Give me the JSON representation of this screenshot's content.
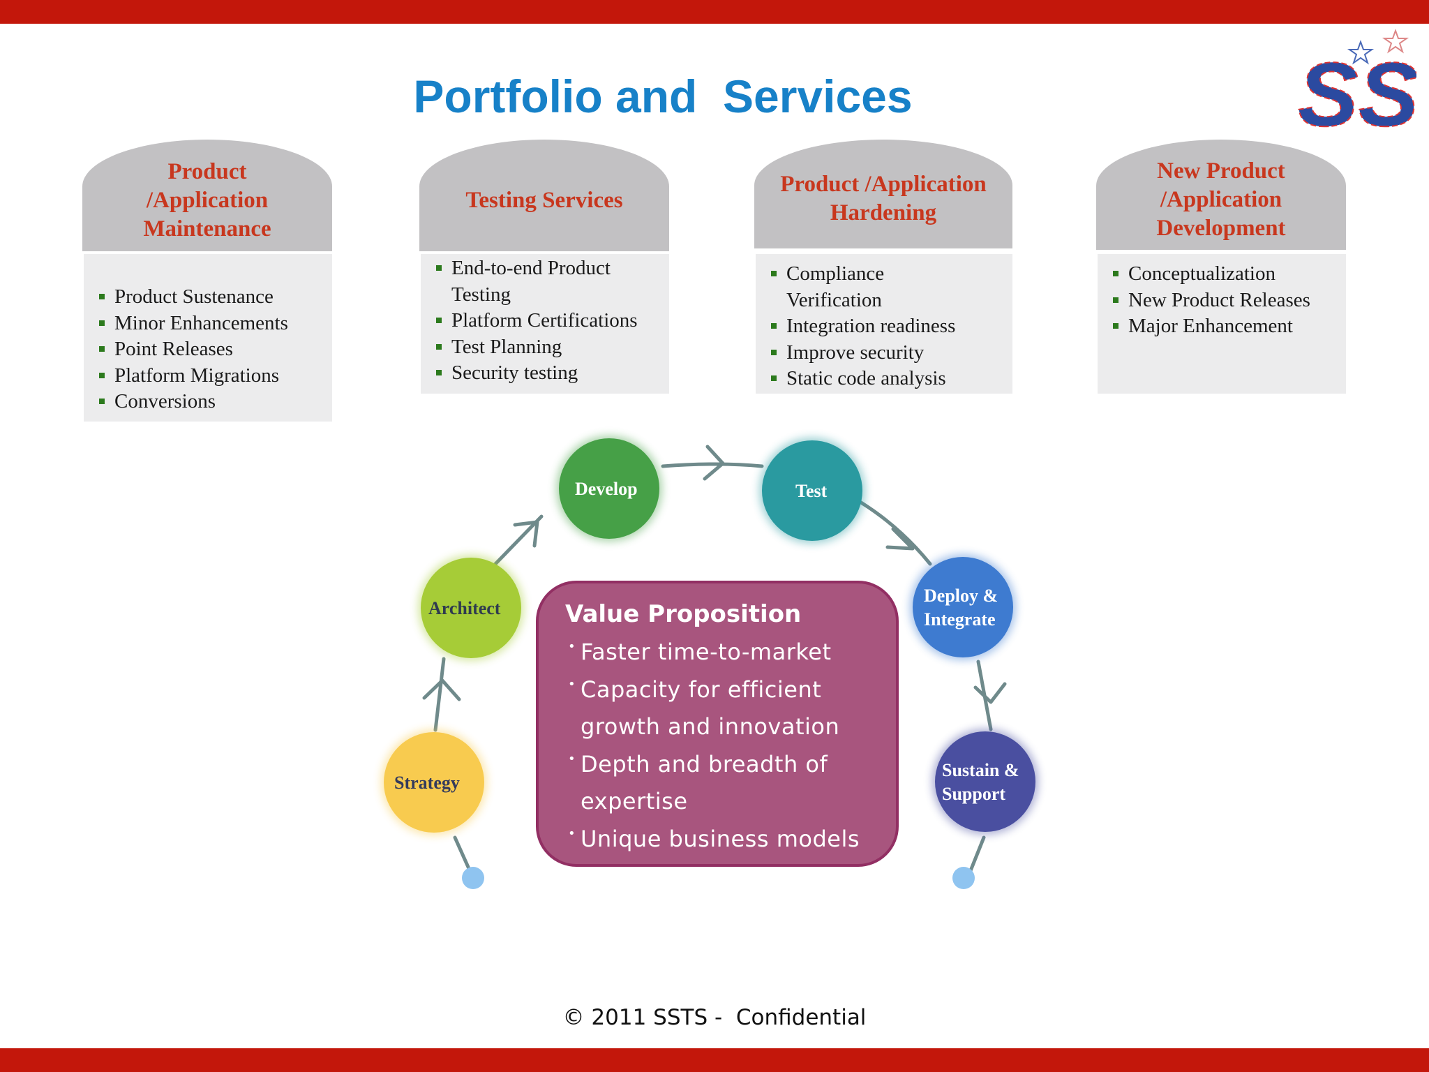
{
  "title": "Portfolio and  Services",
  "logo": {
    "text": "SS"
  },
  "cards": [
    {
      "heading": [
        "Product",
        "/Application",
        "Maintenance"
      ],
      "items": [
        "Product Sustenance",
        "Minor Enhancements",
        "Point Releases",
        "Platform Migrations",
        "Conversions"
      ]
    },
    {
      "heading": [
        "Testing Services"
      ],
      "items": [
        "End-to-end Product",
        "Testing",
        "Platform Certifications",
        "Test Planning",
        "Security testing"
      ]
    },
    {
      "heading": [
        "Product /Application",
        "Hardening"
      ],
      "items": [
        "Compliance",
        "Verification",
        "Integration readiness",
        "Improve security",
        "Static code analysis"
      ]
    },
    {
      "heading": [
        "New Product",
        "/Application",
        "Development"
      ],
      "items": [
        "Conceptualization",
        "New Product Releases",
        "Major Enhancement"
      ]
    }
  ],
  "stages": [
    {
      "lines": [
        "Strategy"
      ],
      "color": "#f8cb4f",
      "text_color": "#333a5c"
    },
    {
      "lines": [
        "Architect"
      ],
      "color": "#a6cc37",
      "text_color": "#2f3b4f"
    },
    {
      "lines": [
        "Develop"
      ],
      "color": "#46a047",
      "text_color": "#ffffff"
    },
    {
      "lines": [
        "Test"
      ],
      "color": "#2a9aa0",
      "text_color": "#ffffff"
    },
    {
      "lines": [
        "Deploy &",
        "Integrate"
      ],
      "color": "#3e7bd0",
      "text_color": "#ffffff"
    },
    {
      "lines": [
        "Sustain &",
        "Support"
      ],
      "color": "#4a4fa0",
      "text_color": "#ffffff"
    }
  ],
  "value_proposition": {
    "title": "Value Proposition",
    "items": [
      "Faster time-to-market",
      "Capacity for efficient",
      "growth and innovation",
      "Depth and breadth of",
      "expertise",
      "Unique business models"
    ]
  },
  "footer": "© 2011 SSTS -  Confidential",
  "colors": {
    "brand_red": "#c3170b",
    "title_blue": "#1781c8",
    "heading_red": "#c8371e",
    "vp_fill": "#a8557e"
  }
}
